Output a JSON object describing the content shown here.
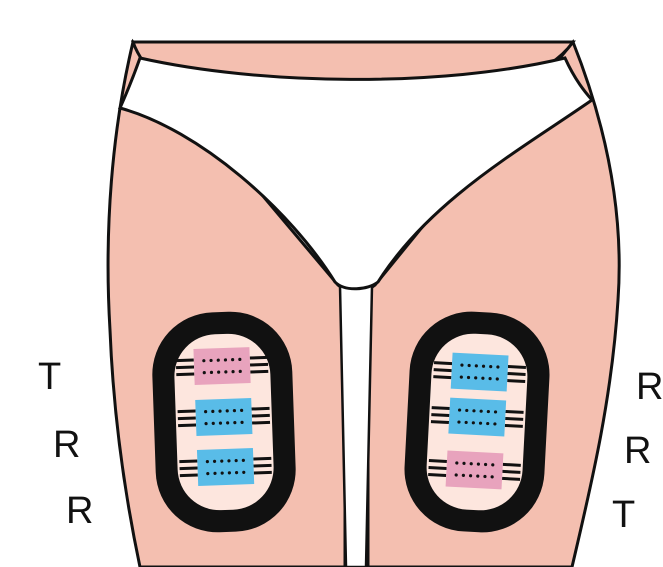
{
  "left_labels": [
    "T",
    "R",
    "R"
  ],
  "right_labels": [
    "R",
    "R",
    "T"
  ],
  "colors": {
    "skin": "#f4bfb0",
    "underwear": "#ffffff",
    "outline": "#111111",
    "pad_frame": "#111111",
    "pad_inner": "#fde6de",
    "transmitter": "#e8a3bd",
    "receiver": "#59bce8"
  },
  "pads": {
    "left": {
      "sensors": [
        "transmitter",
        "receiver",
        "receiver"
      ]
    },
    "right": {
      "sensors": [
        "receiver",
        "receiver",
        "transmitter"
      ]
    }
  }
}
